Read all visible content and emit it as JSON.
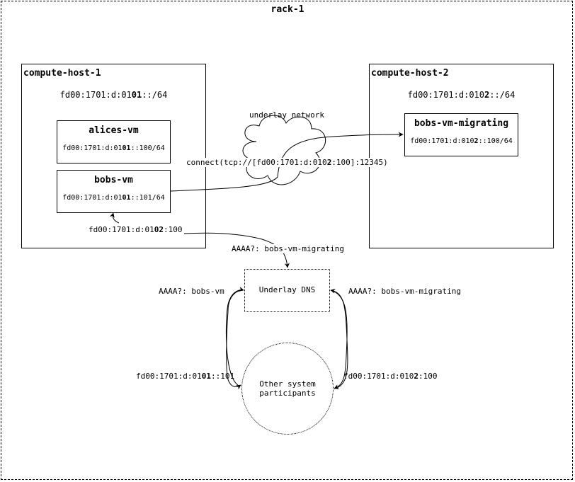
{
  "rack": {
    "title": "rack-1"
  },
  "host1": {
    "title": "compute-host-1",
    "subnet": {
      "prefix": "fd00:1701:d:01",
      "bold": "01",
      "suffix": "::/64"
    },
    "vms": [
      {
        "name": "alices-vm",
        "addr_prefix": "fd00:1701:d:01",
        "addr_bold": "01",
        "addr_suffix": "::100/64"
      },
      {
        "name": "bobs-vm",
        "addr_prefix": "fd00:1701:d:01",
        "addr_bold": "01",
        "addr_suffix": "::101/64"
      }
    ],
    "inbound_addr": {
      "prefix": "fd00:1701:d:01",
      "bold": "02",
      "suffix": ":100"
    }
  },
  "host2": {
    "title": "compute-host-2",
    "subnet": {
      "prefix": "fd00:1701:d:010",
      "bold": "2",
      "suffix": "::/64"
    },
    "vms": [
      {
        "name": "bobs-vm-migrating",
        "addr_prefix": "fd00:1701:d:010",
        "addr_bold": "2",
        "addr_suffix": "::100/64"
      }
    ]
  },
  "underlay": {
    "label": "underlay network",
    "connect": {
      "prefix": "connect(tcp://[fd00:1701:d:010",
      "bold": "2",
      "suffix": ":100]:12345)"
    }
  },
  "dns": {
    "label": "Underlay DNS",
    "query_from_host": "AAAA?: bobs-vm-migrating",
    "query_left": "AAAA?: bobs-vm",
    "query_right": "AAAA?: bobs-vm-migrating",
    "answer_left": {
      "prefix": "fd00:1701:d:01",
      "bold": "01",
      "suffix": "::101"
    },
    "answer_right": {
      "prefix": "fd00:1701:d:010",
      "bold": "2",
      "suffix": ":100"
    }
  },
  "participants": {
    "line1": "Other system",
    "line2": "participants"
  }
}
